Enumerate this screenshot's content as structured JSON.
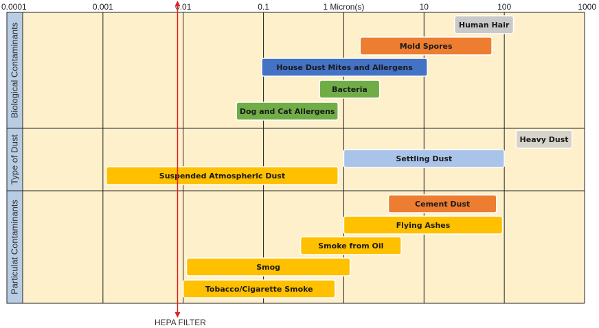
{
  "chart_data": {
    "type": "bar",
    "orientation": "horizontal-range",
    "x_scale": "log",
    "xlim": [
      0.0001,
      1000
    ],
    "x_ticks": [
      "0.0001",
      "0.001",
      "0.01",
      "0.1",
      "1 Micron(s)",
      "10",
      "100",
      "1000"
    ],
    "grid": true,
    "background_color": "#fff0cc",
    "category_color": "#b8cce4",
    "groups": [
      {
        "label": "Biological Contaminants",
        "bars": [
          {
            "name": "Human Hair",
            "x0": 24,
            "x1": 130,
            "color": "#c9c9c9"
          },
          {
            "name": "Mold Spores",
            "x0": 1.6,
            "x1": 70,
            "color": "#ed7d31"
          },
          {
            "name": "House Dust Mites and Allergens",
            "x0": 0.095,
            "x1": 11,
            "color": "#4472c4"
          },
          {
            "name": "Bacteria",
            "x0": 0.5,
            "x1": 2.8,
            "color": "#70ad47"
          },
          {
            "name": "Dog and Cat Allergens",
            "x0": 0.046,
            "x1": 0.85,
            "color": "#70ad47"
          }
        ]
      },
      {
        "label": "Type of Dust",
        "bars": [
          {
            "name": "Heavy Dust",
            "x0": 140,
            "x1": 700,
            "color": "#d6d3c8"
          },
          {
            "name": "Settling Dust",
            "x0": 1,
            "x1": 100,
            "color": "#a9c4e8"
          },
          {
            "name": "Suspended Atmospheric Dust",
            "x0": 0.0011,
            "x1": 0.85,
            "color": "#ffc000"
          }
        ]
      },
      {
        "label": "Particulat Contaminants",
        "bars": [
          {
            "name": "Cement Dust",
            "x0": 3.6,
            "x1": 80,
            "color": "#ed7d31"
          },
          {
            "name": "Flying Ashes",
            "x0": 1,
            "x1": 95,
            "color": "#ffc000"
          },
          {
            "name": "Smoke from Oil",
            "x0": 0.29,
            "x1": 5.2,
            "color": "#ffc000"
          },
          {
            "name": "Smog",
            "x0": 0.011,
            "x1": 1.2,
            "color": "#ffc000"
          },
          {
            "name": "Tobacco/Cigarette Smoke",
            "x0": 0.01,
            "x1": 0.78,
            "color": "#ffc000"
          }
        ]
      }
    ],
    "annotation": {
      "text": "HEPA FILTER",
      "x": 0.0085,
      "color": "#e02020"
    }
  }
}
